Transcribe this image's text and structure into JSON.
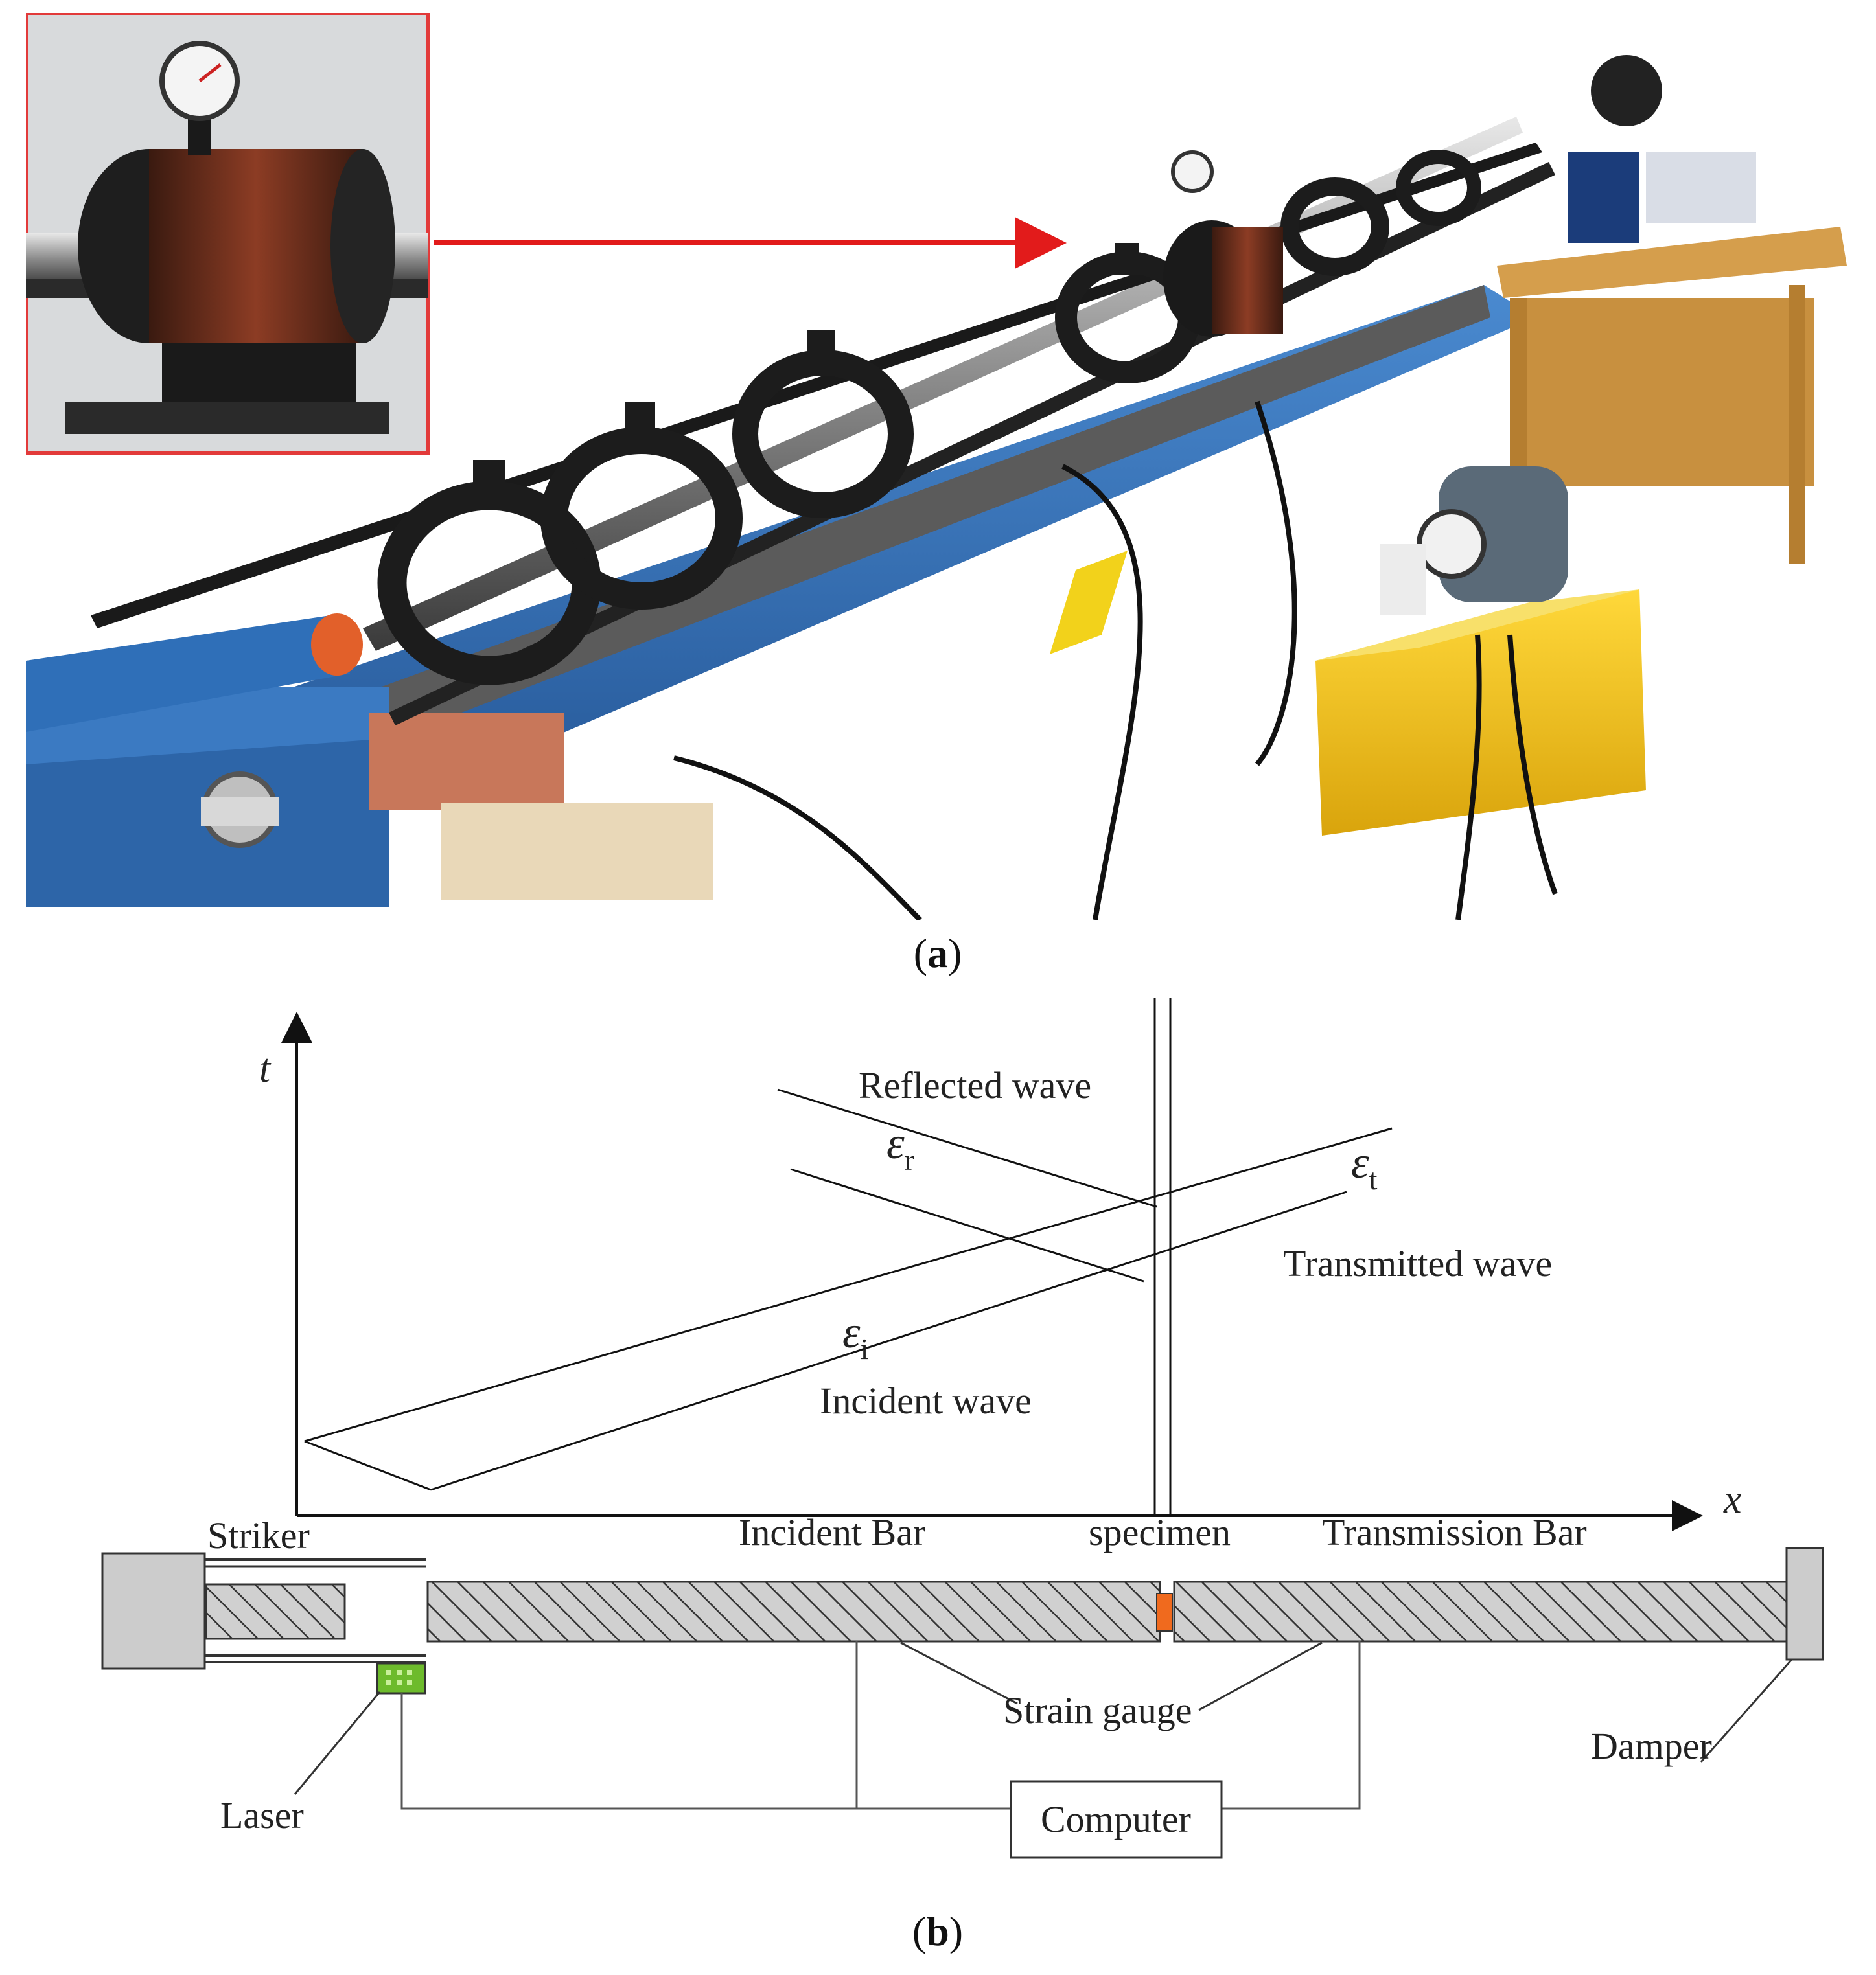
{
  "panels": {
    "a": {
      "caption_open": "(",
      "caption_letter": "a",
      "caption_close": ")"
    },
    "b": {
      "caption_open": "(",
      "caption_letter": "b",
      "caption_close": ")"
    }
  },
  "diagram": {
    "axis_t": "t",
    "axis_x": "x",
    "waves": {
      "reflected": "Reflected wave",
      "transmitted": "Transmitted wave",
      "incident": "Incident wave"
    },
    "strain": {
      "r_symbol": "ε",
      "r_sub": "r",
      "t_symbol": "ε",
      "t_sub": "t",
      "i_symbol": "ε",
      "i_sub": "i"
    },
    "components": {
      "striker": "Striker",
      "incident_bar": "Incident Bar",
      "specimen": "specimen",
      "transmission_bar": "Transmission Bar",
      "strain_gauge": "Strain gauge",
      "damper": "Damper",
      "laser": "Laser",
      "computer": "Computer"
    }
  },
  "colors": {
    "frame_blue": "#2f6fb8",
    "clamp_black": "#1c1c1c",
    "pump_yellow": "#f2c318",
    "desk_wood": "#c8903f",
    "inset_border": "#e23a3a",
    "arrow_red": "#e21b1b",
    "specimen_orange": "#f06a1e",
    "laser_green": "#6dbb2c",
    "bar_hatch_bg": "#d0d0d0"
  }
}
